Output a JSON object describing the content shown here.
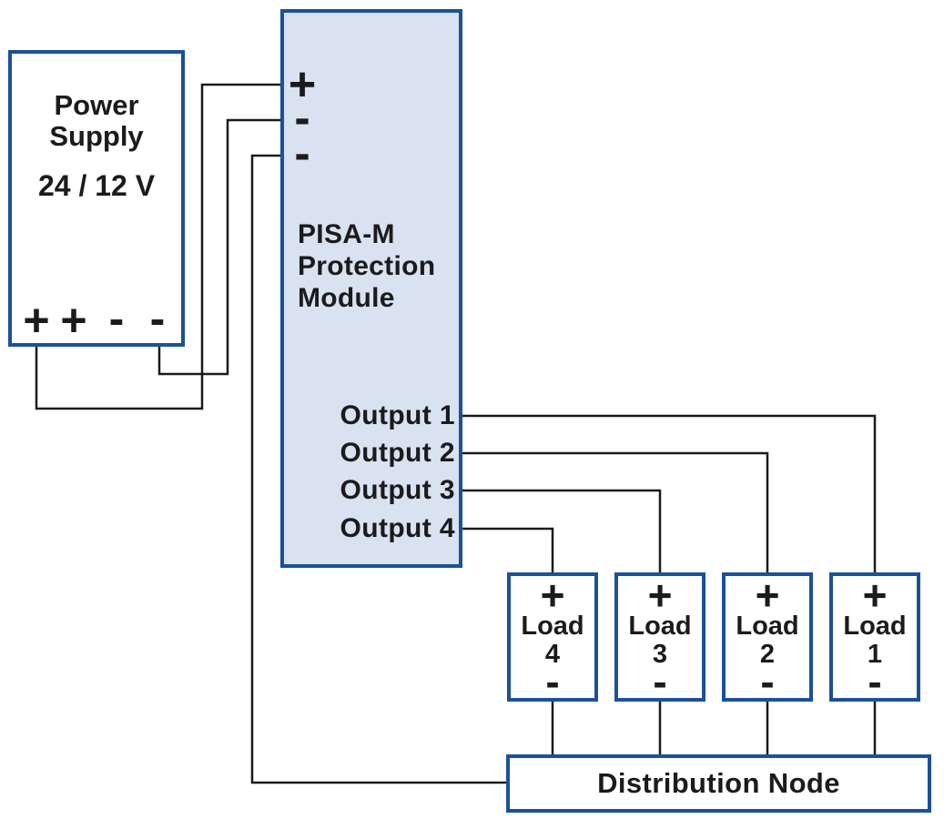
{
  "colors": {
    "box_border": "#1b5199",
    "module_fill": "#d9e2f1",
    "wire": "#1a1a1a",
    "text": "#1b1b1b",
    "background": "#ffffff"
  },
  "power_supply": {
    "name_lines": [
      "Power",
      "Supply"
    ],
    "voltage": "24 / 12 V",
    "terminals": [
      "+",
      "+",
      "-",
      "-"
    ]
  },
  "module": {
    "input_terminals": [
      "+",
      "-",
      "-"
    ],
    "name_lines": [
      "PISA-M",
      "Protection",
      "Module"
    ],
    "outputs": [
      "Output 1",
      "Output 2",
      "Output 3",
      "Output 4"
    ]
  },
  "loads": [
    {
      "plus": "+",
      "name": "Load",
      "number": "4",
      "minus": "-"
    },
    {
      "plus": "+",
      "name": "Load",
      "number": "3",
      "minus": "-"
    },
    {
      "plus": "+",
      "name": "Load",
      "number": "2",
      "minus": "-"
    },
    {
      "plus": "+",
      "name": "Load",
      "number": "1",
      "minus": "-"
    }
  ],
  "distribution_node": {
    "label": "Distribution Node"
  }
}
